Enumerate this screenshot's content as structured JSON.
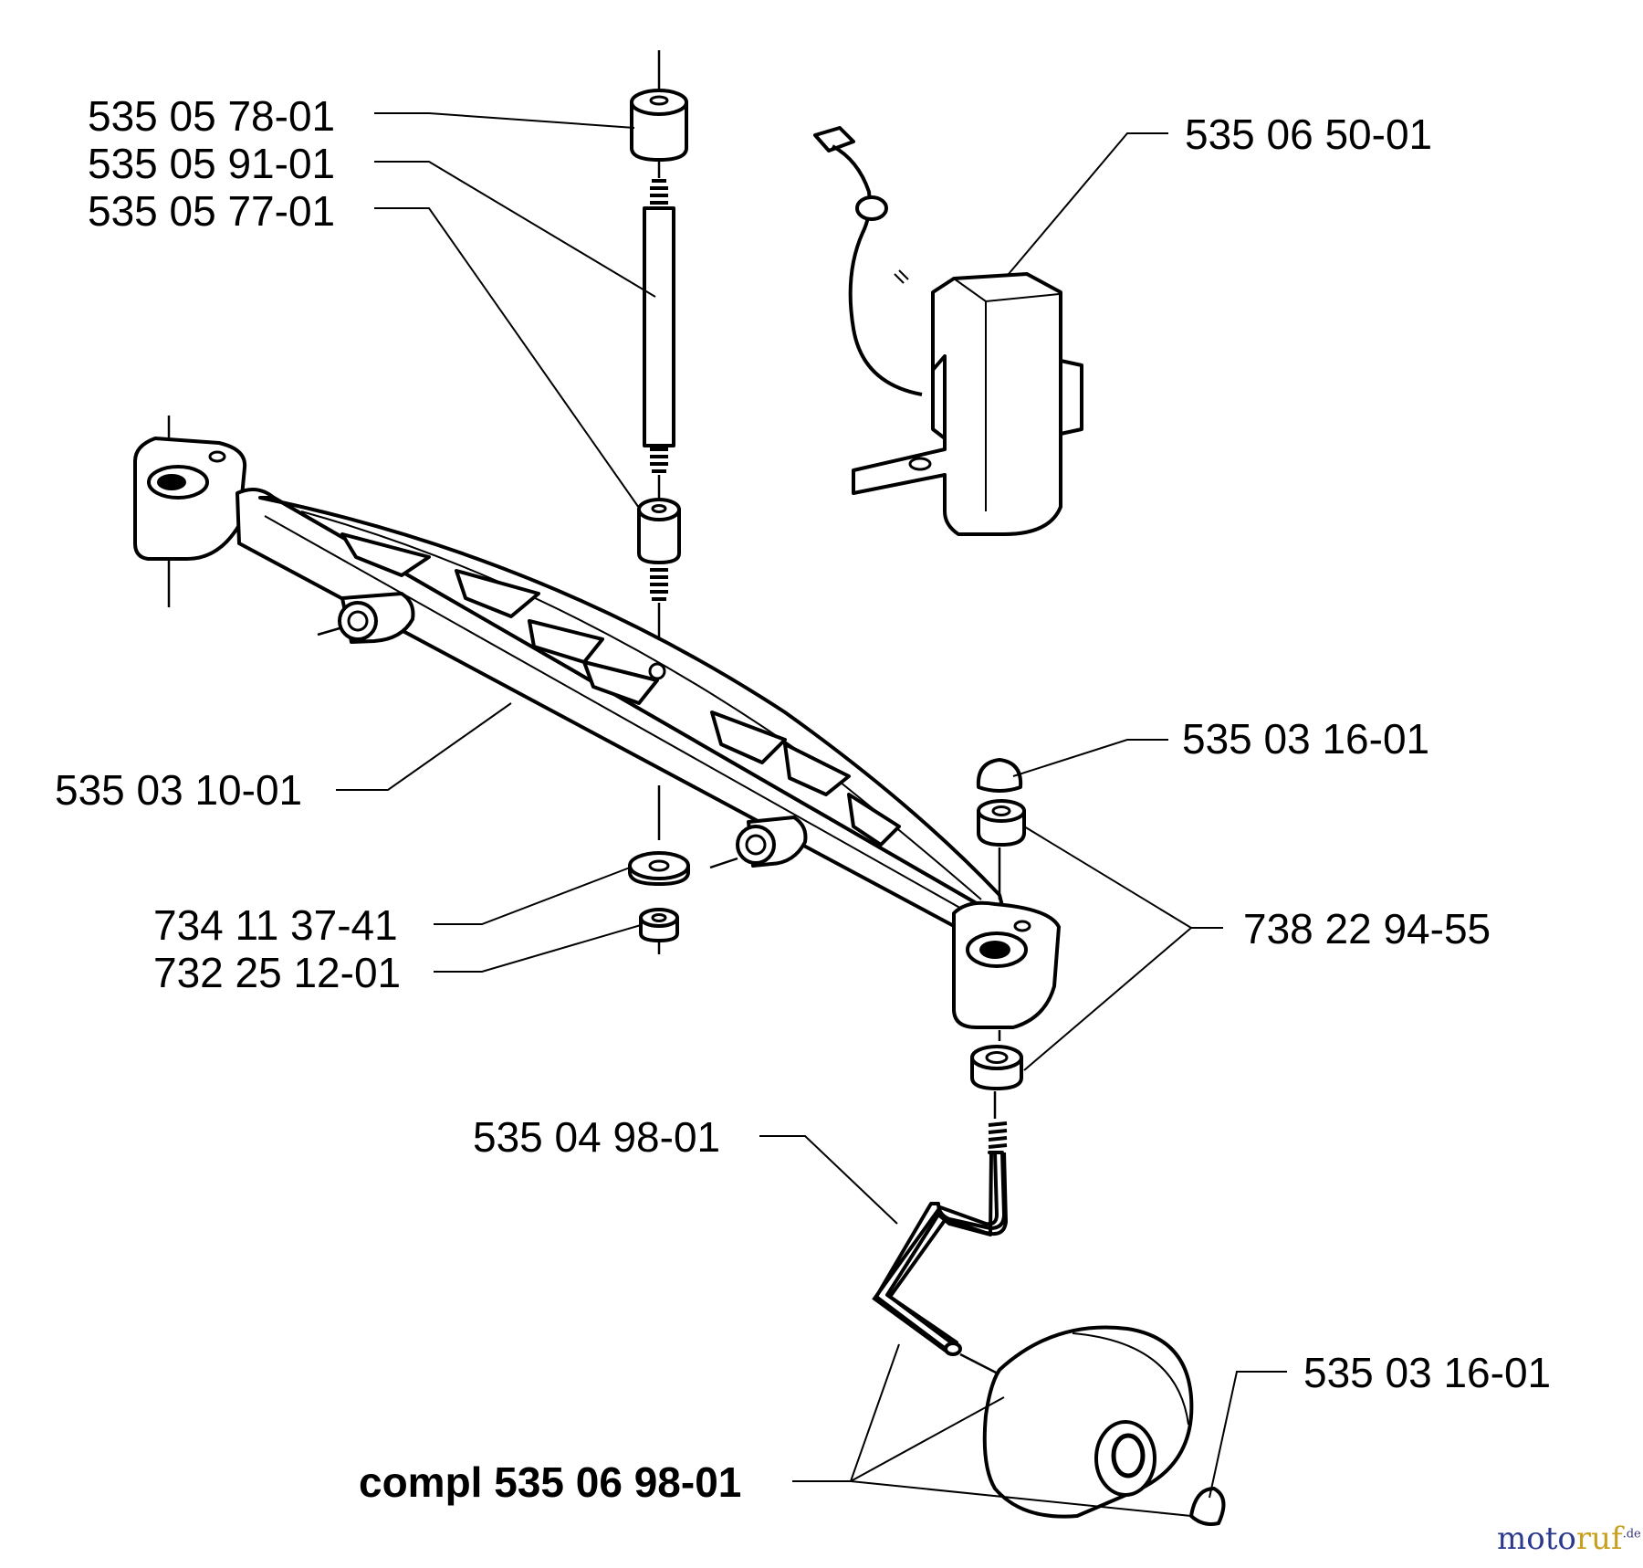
{
  "diagram": {
    "labels": [
      {
        "id": "p1",
        "text": "535 05 78-01"
      },
      {
        "id": "p2",
        "text": "535 05 91-01"
      },
      {
        "id": "p3",
        "text": "535 05 77-01"
      },
      {
        "id": "p4",
        "text": "535 06 50-01"
      },
      {
        "id": "p5",
        "text": "535 03 10-01"
      },
      {
        "id": "p6",
        "text": "535 03 16-01"
      },
      {
        "id": "p7",
        "text": "734 11 37-41"
      },
      {
        "id": "p8",
        "text": "732 25 12-01"
      },
      {
        "id": "p9",
        "text": "738 22 94-55"
      },
      {
        "id": "p10",
        "text": "535 04 98-01"
      },
      {
        "id": "p11",
        "text": "535 03 16-01"
      },
      {
        "id": "p12",
        "text": "compl 535 06 98-01"
      }
    ]
  },
  "watermark": {
    "text_main": "moto",
    "text_accent": "ruf",
    "text_suffix": ".de",
    "color_main": "#2b3a8c",
    "color_accent": "#c8a020"
  }
}
